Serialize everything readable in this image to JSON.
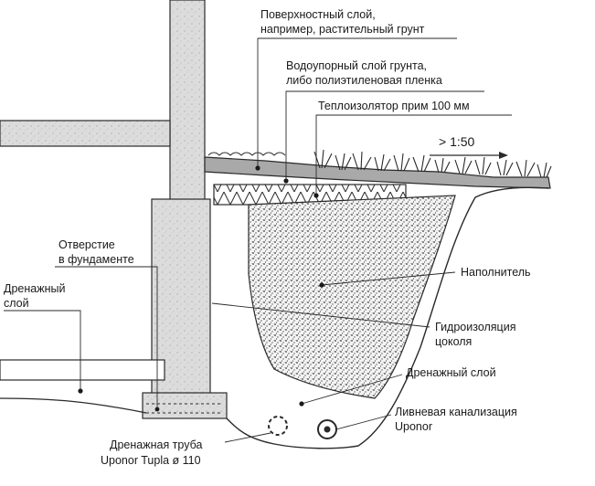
{
  "labels": {
    "surface_layer_1": "Поверхностный слой,",
    "surface_layer_2": "например, растительный грунт",
    "waterproof_layer_1": "Водоупорный слой грунта,",
    "waterproof_layer_2": "либо полиэтиленовая пленка",
    "insulator": "Теплоизолятор прим  100 мм",
    "slope": "> 1:50",
    "opening_1": "Отверстие",
    "opening_2": "в фундаменте",
    "drain_layer_left_1": "Дренажный",
    "drain_layer_left_2": "слой",
    "filler": "Наполнитель",
    "plinth_waterproofing_1": "Гидроизоляция",
    "plinth_waterproofing_2": "цоколя",
    "drain_layer_right": "Дренажный слой",
    "storm_sewer_1": "Ливневая канализация",
    "storm_sewer_2": "Uponor",
    "drain_pipe_1": "Дренажная труба",
    "drain_pipe_2": "Uponor Tupla  ø 110"
  },
  "colors": {
    "concrete": "#dcdcdc",
    "soil_layer": "#b0b0b0",
    "gravel": "#f2f2f2",
    "line": "#2a2a2a"
  }
}
